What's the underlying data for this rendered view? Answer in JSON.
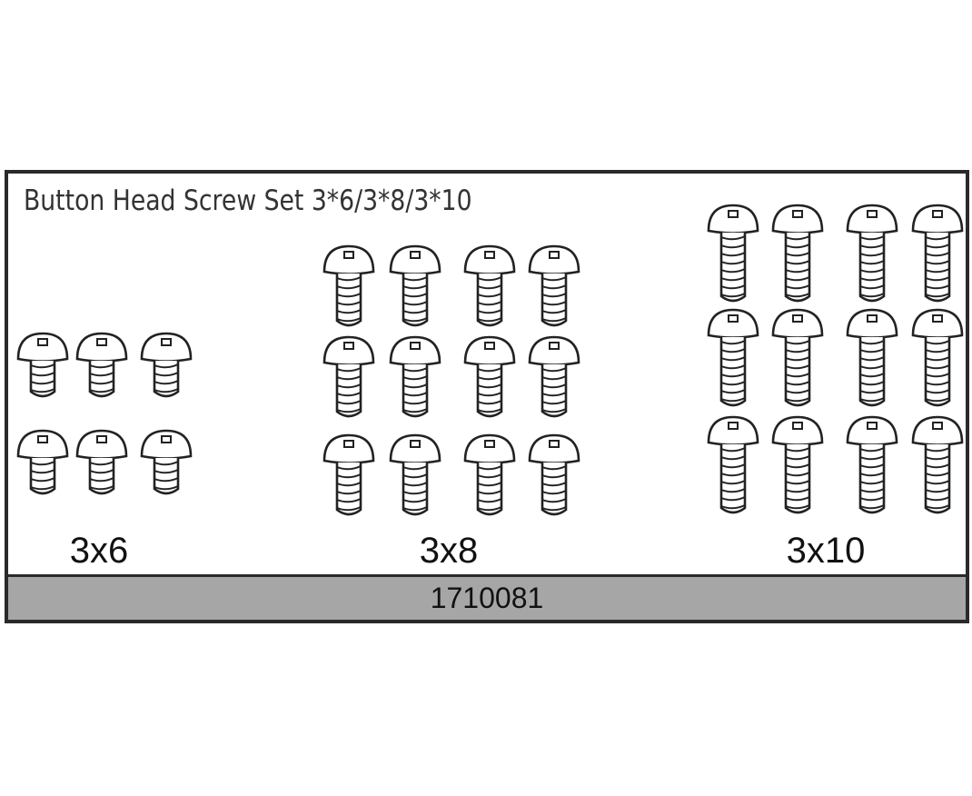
{
  "title": "Button Head Screw Set 3*6/3*8/3*10",
  "part_number": "1710081",
  "groups": [
    {
      "label": "3x6",
      "quantity": 6,
      "length_mm": 6
    },
    {
      "label": "3x8",
      "quantity": 12,
      "length_mm": 8
    },
    {
      "label": "3x10",
      "quantity": 12,
      "length_mm": 10
    }
  ],
  "colors": {
    "border": "#2a2a2a",
    "footer_fill": "#a6a6a6",
    "line": "#222222"
  },
  "icon": "button-head-screw-icon"
}
